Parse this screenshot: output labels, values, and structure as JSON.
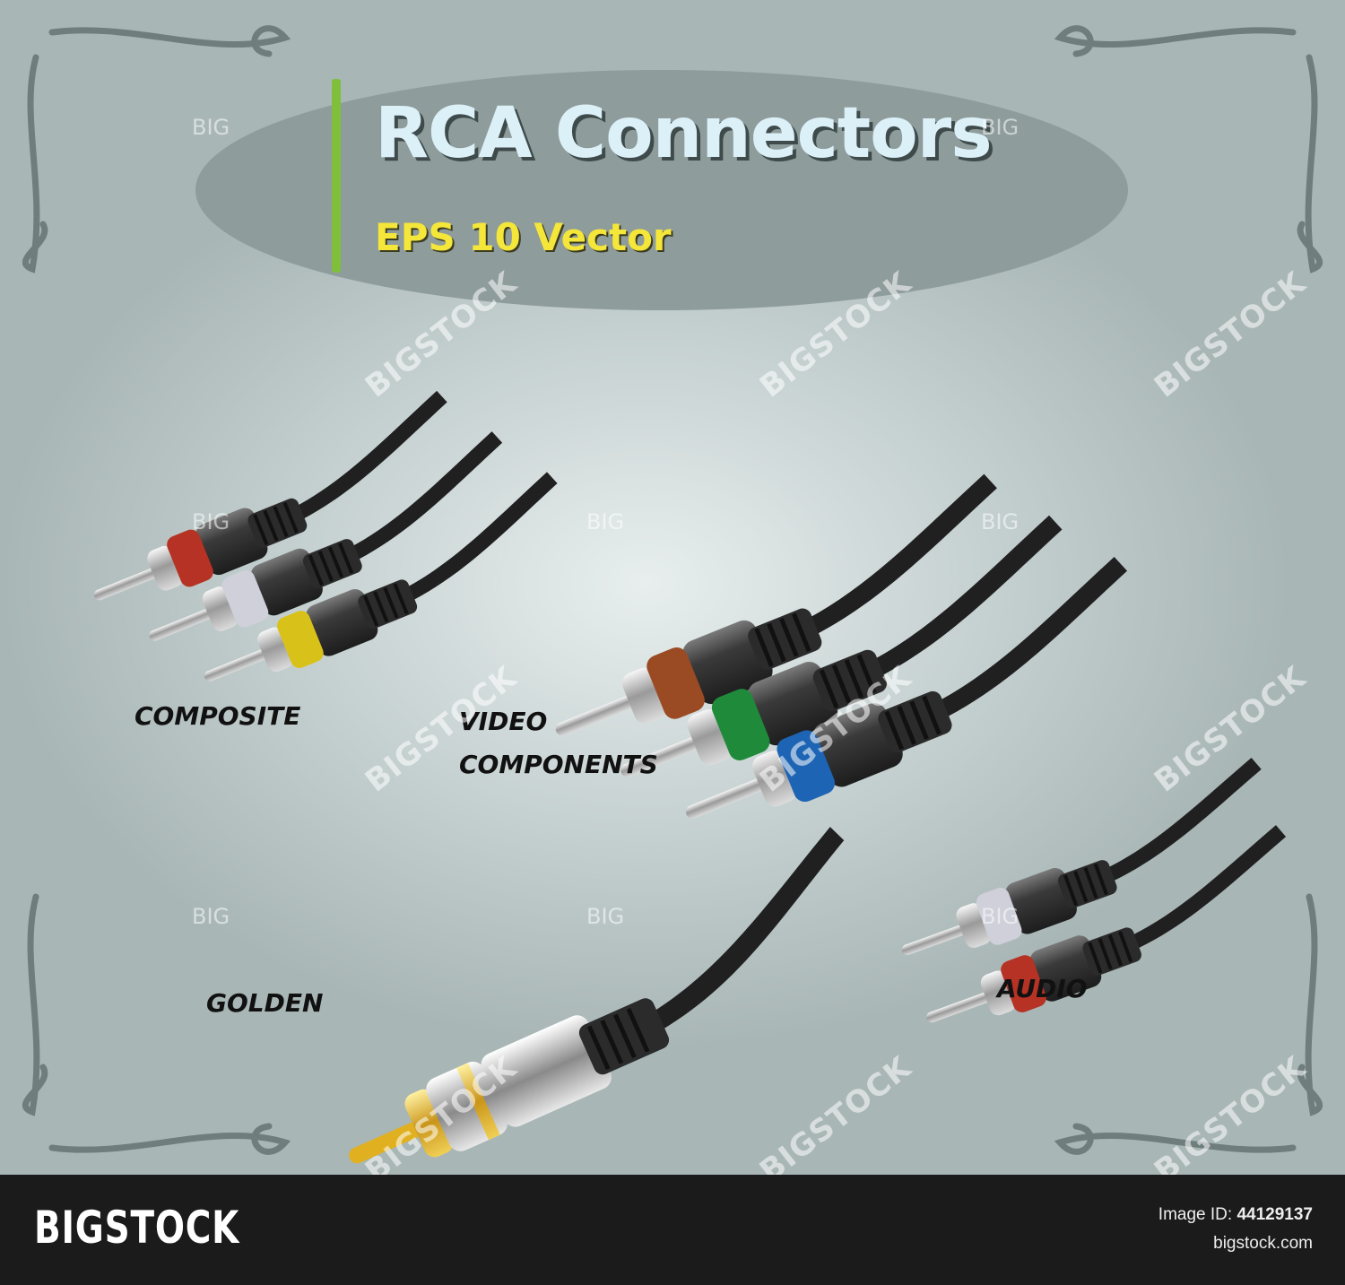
{
  "header": {
    "title": "RCA Connectors",
    "subtitle": "EPS 10 Vector"
  },
  "labels": {
    "composite": "COMPOSITE",
    "video_line1": "VIDEO",
    "video_line2": "COMPONENTS",
    "golden": "GOLDEN",
    "audio": "AUDIO"
  },
  "watermark": {
    "diagonal": "BIGSTOCK",
    "small": "BIG"
  },
  "footer": {
    "logo": "BIGSTOCK",
    "image_id_label": "Image ID:",
    "image_id": "44129137",
    "site": "bigstock.com"
  },
  "colors": {
    "composite_red": "#b53224",
    "composite_white": "#cfd0da",
    "composite_yellow": "#d8c21a",
    "component_red": "#9a4b24",
    "component_green": "#1f8a3a",
    "component_blue": "#1d64b4",
    "golden_tip": "#e0b020",
    "audio_white": "#cfd0da",
    "audio_red": "#b53224",
    "title_accent": "#7fbf3a"
  }
}
